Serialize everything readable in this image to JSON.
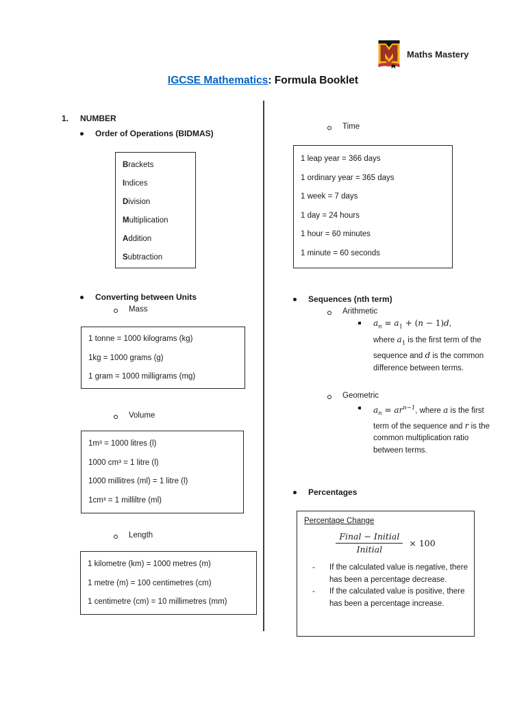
{
  "logo": {
    "brand": "Maths Mastery"
  },
  "title": {
    "link": "IGCSE Mathematics",
    "rest": ": Formula Booklet"
  },
  "number_section": {
    "index": "1.",
    "heading": "NUMBER"
  },
  "bidmas": {
    "heading": "Order of Operations (BIDMAS)",
    "items": [
      {
        "lead": "B",
        "rest": "rackets"
      },
      {
        "lead": "I",
        "rest": "ndices"
      },
      {
        "lead": "D",
        "rest": "ivision"
      },
      {
        "lead": "M",
        "rest": "ultiplication"
      },
      {
        "lead": "A",
        "rest": "ddition"
      },
      {
        "lead": "S",
        "rest": "ubtraction"
      }
    ]
  },
  "units": {
    "heading": "Converting between Units",
    "mass": {
      "label": "Mass",
      "lines": [
        "1 tonne = 1000 kilograms (kg)",
        "1kg = 1000 grams (g)",
        "1 gram = 1000 milligrams (mg)"
      ]
    },
    "volume": {
      "label": "Volume",
      "lines": [
        "1m³ = 1000 litres (l)",
        "1000 cm³ = 1 litre (l)",
        "1000 millitres (ml) = 1 litre (l)",
        "1cm³ = 1 milliltre (ml)"
      ]
    },
    "length": {
      "label": "Length",
      "lines": [
        "1 kilometre (km) = 1000 metres (m)",
        "1 metre (m) = 100 centimetres (cm)",
        "1 centimetre (cm) = 10 millimetres (mm)"
      ]
    },
    "time": {
      "label": "Time",
      "lines": [
        "1 leap year = 366 days",
        "1 ordinary year = 365 days",
        "1 week = 7 days",
        "1 day = 24 hours",
        "1 hour = 60 minutes",
        "1 minute = 60 seconds"
      ]
    }
  },
  "sequences": {
    "heading": "Sequences (nth term)",
    "arithmetic": {
      "label": "Arithmetic",
      "formula_segments": [
        {
          "t": "a",
          "k": "var"
        },
        {
          "t": "n",
          "k": "var",
          "pos": "sub"
        },
        {
          "t": " = ",
          "k": "mup"
        },
        {
          "t": "a",
          "k": "var"
        },
        {
          "t": "1",
          "k": "mup",
          "pos": "sub"
        },
        {
          "t": " + (",
          "k": "mup"
        },
        {
          "t": "n",
          "k": "var"
        },
        {
          "t": " − 1)",
          "k": "mup"
        },
        {
          "t": "d",
          "k": "var"
        },
        {
          "t": ",",
          "k": "plain"
        }
      ],
      "description_segments": [
        {
          "t": "where ",
          "k": "plain"
        },
        {
          "t": "a",
          "k": "var"
        },
        {
          "t": "1",
          "k": "mup",
          "pos": "sub"
        },
        {
          "t": " is the first term of the sequence and ",
          "k": "plain"
        },
        {
          "t": "d",
          "k": "var"
        },
        {
          "t": " is the common difference between terms.",
          "k": "plain"
        }
      ]
    },
    "geometric": {
      "label": "Geometric",
      "segments": [
        {
          "t": "a",
          "k": "var"
        },
        {
          "t": "n",
          "k": "var",
          "pos": "sub"
        },
        {
          "t": " = ",
          "k": "mup"
        },
        {
          "t": "ar",
          "k": "var"
        },
        {
          "t": "n−1",
          "k": "var",
          "pos": "sup"
        },
        {
          "t": ", where ",
          "k": "plain"
        },
        {
          "t": "a",
          "k": "var"
        },
        {
          "t": " is the first term of the sequence and ",
          "k": "plain"
        },
        {
          "t": "r",
          "k": "var"
        },
        {
          "t": " is the common multiplication ratio between terms.",
          "k": "plain"
        }
      ]
    }
  },
  "percentages": {
    "heading": "Percentages",
    "box_title": "Percentage Change",
    "fraction": {
      "numerator": "Final − Initial",
      "denominator": "Initial",
      "multiplier": "× 100"
    },
    "dash": "-",
    "notes": [
      "If the calculated value is negative, there has been a percentage decrease.",
      "If the calculated value is positive, there has been a percentage increase."
    ]
  },
  "colors": {
    "link_blue": "#0563C1",
    "divider": "#3d3d3d",
    "box_border": "#262626",
    "logo_gold": "#F0B31C",
    "logo_maroon": "#A33128",
    "logo_red": "#C0392B"
  }
}
